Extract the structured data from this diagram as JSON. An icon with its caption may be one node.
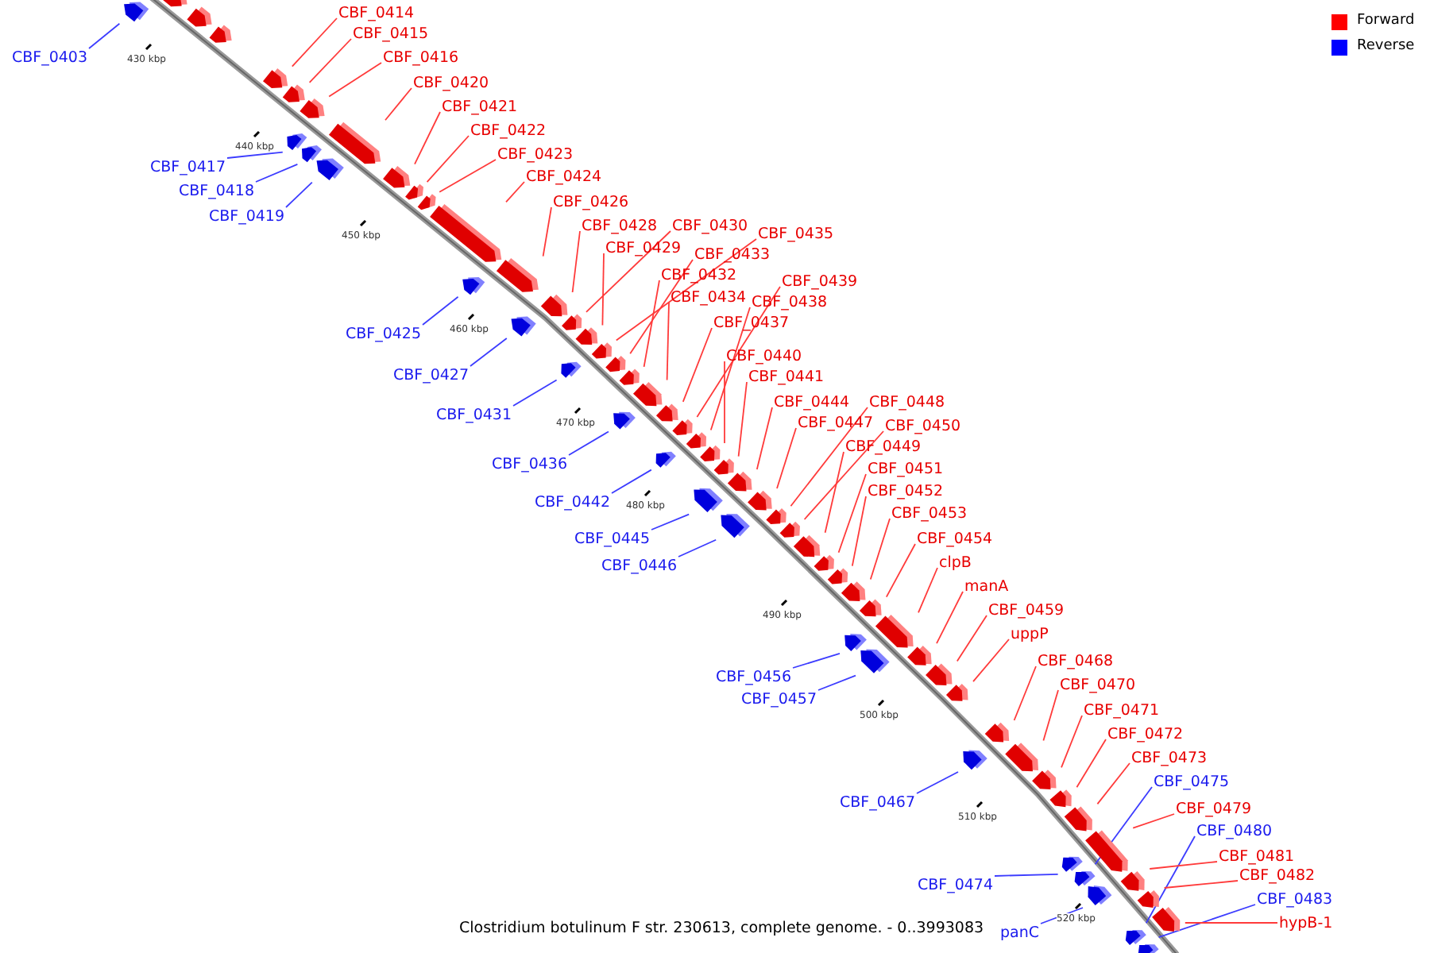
{
  "diagram": {
    "caption": "Clostridium botulinum F str. 230613, complete genome. - 0..3993083",
    "nodes": [
      {
        "text": [
          "CBF_0403"
        ]
      },
      {
        "text": [
          "CBF_0414"
        ]
      },
      {
        "text": [
          "CBF_0415"
        ]
      },
      {
        "text": [
          "CBF_0416"
        ]
      },
      {
        "text": [
          "CBF_0417"
        ]
      },
      {
        "text": [
          "CBF_0418"
        ]
      },
      {
        "text": [
          "CBF_0419"
        ]
      },
      {
        "text": [
          "CBF_0420"
        ]
      },
      {
        "text": [
          "CBF_0421"
        ]
      },
      {
        "text": [
          "CBF_0422"
        ]
      },
      {
        "text": [
          "CBF_0423"
        ]
      },
      {
        "text": [
          "CBF_0424"
        ]
      },
      {
        "text": [
          "CBF_0425"
        ]
      },
      {
        "text": [
          "CBF_0426"
        ]
      },
      {
        "text": [
          "CBF_0427"
        ]
      },
      {
        "text": [
          "CBF_0428"
        ]
      },
      {
        "text": [
          "CBF_0429"
        ]
      },
      {
        "text": [
          "CBF_0430"
        ]
      },
      {
        "text": [
          "CBF_0431"
        ]
      },
      {
        "text": [
          "CBF_0432"
        ]
      },
      {
        "text": [
          "CBF_0433"
        ]
      },
      {
        "text": [
          "CBF_0434"
        ]
      },
      {
        "text": [
          "CBF_0435"
        ]
      },
      {
        "text": [
          "CBF_0436"
        ]
      },
      {
        "text": [
          "CBF_0437"
        ]
      },
      {
        "text": [
          "CBF_0438"
        ]
      },
      {
        "text": [
          "CBF_0439"
        ]
      },
      {
        "text": [
          "CBF_0440"
        ]
      },
      {
        "text": [
          "CBF_0441"
        ]
      },
      {
        "text": [
          "CBF_0442"
        ]
      },
      {
        "text": [
          "CBF_0444"
        ]
      },
      {
        "text": [
          "CBF_0445"
        ]
      },
      {
        "text": [
          "CBF_0446"
        ]
      },
      {
        "text": [
          "CBF_0447"
        ]
      },
      {
        "text": [
          "CBF_0448"
        ]
      },
      {
        "text": [
          "CBF_0449"
        ]
      },
      {
        "text": [
          "CBF_0450"
        ]
      },
      {
        "text": [
          "CBF_0451"
        ]
      },
      {
        "text": [
          "CBF_0452"
        ]
      },
      {
        "text": [
          "CBF_0453"
        ]
      },
      {
        "text": [
          "CBF_0454"
        ]
      },
      {
        "text": [
          "clpB"
        ]
      },
      {
        "text": [
          "CBF_0456"
        ]
      },
      {
        "text": [
          "CBF_0457"
        ]
      },
      {
        "text": [
          "manA"
        ]
      },
      {
        "text": [
          "CBF_0459"
        ]
      },
      {
        "text": [
          "uppP"
        ]
      },
      {
        "text": [
          "CBF_0467"
        ]
      },
      {
        "text": [
          "CBF_0468"
        ]
      },
      {
        "text": [
          "CBF_0470"
        ]
      },
      {
        "text": [
          "CBF_0471"
        ]
      },
      {
        "text": [
          "CBF_0472"
        ]
      },
      {
        "text": [
          "CBF_0473"
        ]
      },
      {
        "text": [
          "CBF_0474"
        ]
      },
      {
        "text": [
          "panC"
        ]
      },
      {
        "text": [
          "CBF_0475"
        ]
      },
      {
        "text": [
          "CBF_0479"
        ]
      },
      {
        "text": [
          "CBF_0480"
        ]
      },
      {
        "text": [
          "CBF_0481"
        ]
      },
      {
        "text": [
          "CBF_0482"
        ]
      },
      {
        "text": [
          "CBF_0483"
        ]
      },
      {
        "text": [
          "hypB-1"
        ]
      },
      {
        "text": [],
        "shape": "arrow"
      },
      {
        "text": [],
        "shape": "arrow"
      },
      {
        "text": [],
        "shape": "arrow"
      },
      {
        "text": [],
        "shape": "arrow"
      },
      {
        "text": [],
        "shape": "arrow"
      },
      {
        "text": [],
        "shape": "arrow"
      },
      {
        "text": [],
        "shape": "arrow"
      },
      {
        "text": [],
        "shape": "arrow"
      },
      {
        "text": [],
        "shape": "arrow"
      },
      {
        "text": [],
        "shape": "arrow"
      },
      {
        "text": [],
        "shape": "arrow"
      },
      {
        "text": [],
        "shape": "arrow"
      },
      {
        "text": [],
        "shape": "arrow"
      },
      {
        "text": [],
        "shape": "arrow"
      },
      {
        "text": [],
        "shape": "arrow"
      },
      {
        "text": [],
        "shape": "arrow"
      },
      {
        "text": [],
        "shape": "arrow"
      },
      {
        "text": [],
        "shape": "arrow"
      },
      {
        "text": [],
        "shape": "arrow"
      },
      {
        "text": [],
        "shape": "arrow"
      },
      {
        "text": [],
        "shape": "arrow"
      },
      {
        "text": [],
        "shape": "arrow"
      },
      {
        "text": [],
        "shape": "arrow"
      },
      {
        "text": [],
        "shape": "arrow"
      },
      {
        "text": [],
        "shape": "arrow"
      },
      {
        "text": [],
        "shape": "arrow"
      },
      {
        "text": [],
        "shape": "arrow"
      },
      {
        "text": [],
        "shape": "arrow"
      },
      {
        "text": [],
        "shape": "arrow"
      },
      {
        "text": [],
        "shape": "arrow"
      },
      {
        "text": [],
        "shape": "arrow"
      },
      {
        "text": [],
        "shape": "arrow"
      },
      {
        "text": [],
        "shape": "arrow"
      },
      {
        "text": [],
        "shape": "arrow"
      },
      {
        "text": [],
        "shape": "arrow"
      },
      {
        "text": [],
        "shape": "arrow"
      },
      {
        "text": [],
        "shape": "arrow"
      },
      {
        "text": [],
        "shape": "arrow"
      },
      {
        "text": [],
        "shape": "arrow"
      },
      {
        "text": [],
        "shape": "arrow"
      },
      {
        "text": [],
        "shape": "arrow"
      },
      {
        "text": [],
        "shape": "arrow"
      },
      {
        "text": [],
        "shape": "arrow"
      },
      {
        "text": [],
        "shape": "arrow"
      },
      {
        "text": [],
        "shape": "arrow"
      },
      {
        "text": [],
        "shape": "arrow"
      },
      {
        "text": [],
        "shape": "arrow"
      },
      {
        "text": [],
        "shape": "arrow"
      },
      {
        "text": [],
        "shape": "arrow"
      },
      {
        "text": [],
        "shape": "arrow"
      },
      {
        "text": [],
        "shape": "arrow"
      },
      {
        "text": [],
        "shape": "arrow"
      },
      {
        "text": [],
        "shape": "arrow"
      },
      {
        "text": [],
        "shape": "arrow"
      },
      {
        "text": [],
        "shape": "arrow"
      },
      {
        "text": [],
        "shape": "arrow"
      },
      {
        "text": [],
        "shape": "arrow"
      },
      {
        "text": [],
        "shape": "arrow"
      },
      {
        "text": [],
        "shape": "arrow"
      },
      {
        "text": [],
        "shape": "arrow"
      },
      {
        "text": [],
        "shape": "arrow"
      },
      {
        "text": [],
        "shape": "arrow"
      },
      {
        "text": [],
        "shape": "arrow"
      },
      {
        "text": [],
        "shape": "arrow"
      },
      {
        "text": [],
        "shape": "arrow"
      }
    ],
    "edges": [
      {
        "from": 0,
        "to": 62,
        "arrow": "none",
        "color": "#3c3cff"
      },
      {
        "from": 1,
        "to": 63,
        "arrow": "none"
      },
      {
        "from": 2,
        "to": 64,
        "arrow": "none"
      },
      {
        "from": 3,
        "to": 65,
        "arrow": "none"
      },
      {
        "from": 4,
        "to": 66,
        "arrow": "none",
        "color": "#3c3cff"
      },
      {
        "from": 5,
        "to": 67,
        "arrow": "none",
        "color": "#3c3cff"
      },
      {
        "from": 6,
        "to": 68,
        "arrow": "none",
        "color": "#3c3cff"
      },
      {
        "from": 7,
        "to": 69,
        "arrow": "none"
      },
      {
        "from": 8,
        "to": 70,
        "arrow": "none"
      },
      {
        "from": 9,
        "to": 71,
        "arrow": "none"
      },
      {
        "from": 10,
        "to": 72,
        "arrow": "none"
      },
      {
        "from": 11,
        "to": 73,
        "arrow": "none"
      },
      {
        "from": 12,
        "to": 74,
        "arrow": "none",
        "color": "#3c3cff"
      },
      {
        "from": 13,
        "to": 75,
        "arrow": "none"
      },
      {
        "from": 14,
        "to": 76,
        "arrow": "none",
        "color": "#3c3cff"
      },
      {
        "from": 15,
        "to": 77,
        "arrow": "none"
      },
      {
        "from": 16,
        "to": 78,
        "arrow": "none"
      },
      {
        "from": 17,
        "to": 79,
        "arrow": "none"
      },
      {
        "from": 18,
        "to": 80,
        "arrow": "none",
        "color": "#3c3cff"
      },
      {
        "from": 19,
        "to": 81,
        "arrow": "none"
      },
      {
        "from": 20,
        "to": 82,
        "arrow": "none"
      },
      {
        "from": 21,
        "to": 83,
        "arrow": "none"
      },
      {
        "from": 22,
        "to": 84,
        "arrow": "none"
      },
      {
        "from": 23,
        "to": 85,
        "arrow": "none",
        "color": "#3c3cff"
      },
      {
        "from": 24,
        "to": 86,
        "arrow": "none"
      },
      {
        "from": 25,
        "to": 87,
        "arrow": "none"
      },
      {
        "from": 26,
        "to": 88,
        "arrow": "none"
      },
      {
        "from": 27,
        "to": 89,
        "arrow": "none"
      },
      {
        "from": 28,
        "to": 90,
        "arrow": "none"
      },
      {
        "from": 29,
        "to": 91,
        "arrow": "none",
        "color": "#3c3cff"
      },
      {
        "from": 30,
        "to": 92,
        "arrow": "none"
      },
      {
        "from": 31,
        "to": 93,
        "arrow": "none",
        "color": "#3c3cff"
      },
      {
        "from": 32,
        "to": 94,
        "arrow": "none",
        "color": "#3c3cff"
      },
      {
        "from": 33,
        "to": 95,
        "arrow": "none"
      },
      {
        "from": 34,
        "to": 96,
        "arrow": "none"
      },
      {
        "from": 35,
        "to": 97,
        "arrow": "none"
      },
      {
        "from": 36,
        "to": 98,
        "arrow": "none"
      },
      {
        "from": 37,
        "to": 99,
        "arrow": "none"
      },
      {
        "from": 38,
        "to": 100,
        "arrow": "none"
      },
      {
        "from": 39,
        "to": 101,
        "arrow": "none"
      },
      {
        "from": 40,
        "to": 102,
        "arrow": "none"
      },
      {
        "from": 41,
        "to": 103,
        "arrow": "none"
      },
      {
        "from": 42,
        "to": 104,
        "arrow": "none",
        "color": "#3c3cff"
      },
      {
        "from": 43,
        "to": 105,
        "arrow": "none",
        "color": "#3c3cff"
      },
      {
        "from": 44,
        "to": 106,
        "arrow": "none"
      },
      {
        "from": 45,
        "to": 107,
        "arrow": "none"
      },
      {
        "from": 46,
        "to": 108,
        "arrow": "none"
      },
      {
        "from": 47,
        "to": 109,
        "arrow": "none",
        "color": "#3c3cff"
      },
      {
        "from": 48,
        "to": 110,
        "arrow": "none"
      },
      {
        "from": 49,
        "to": 111,
        "arrow": "none"
      },
      {
        "from": 50,
        "to": 112,
        "arrow": "none"
      },
      {
        "from": 51,
        "to": 113,
        "arrow": "none"
      },
      {
        "from": 52,
        "to": 114,
        "arrow": "none"
      },
      {
        "from": 53,
        "to": 115,
        "arrow": "none",
        "color": "#3c3cff"
      },
      {
        "from": 54,
        "to": 116,
        "arrow": "none",
        "color": "#3c3cff"
      },
      {
        "from": 55,
        "to": 117,
        "arrow": "none",
        "color": "#3c3cff"
      },
      {
        "from": 56,
        "to": 118,
        "arrow": "none"
      },
      {
        "from": 57,
        "to": 119,
        "arrow": "none",
        "color": "#3c3cff"
      },
      {
        "from": 58,
        "to": 120,
        "arrow": "none"
      },
      {
        "from": 59,
        "to": 121,
        "arrow": "none"
      },
      {
        "from": 60,
        "to": 122,
        "arrow": "none",
        "color": "#3c3cff"
      },
      {
        "from": 61,
        "to": 123,
        "arrow": "none"
      }
    ],
    "labels": [
      "430 kbp",
      "440 kbp",
      "450 kbp",
      "460 kbp",
      "470 kbp",
      "480 kbp",
      "490 kbp",
      "500 kbp",
      "510 kbp",
      "520 kbp"
    ],
    "legend": [
      {
        "text": "Forward",
        "color": "#ff0000"
      },
      {
        "text": "Reverse",
        "color": "#0000ff"
      }
    ]
  }
}
